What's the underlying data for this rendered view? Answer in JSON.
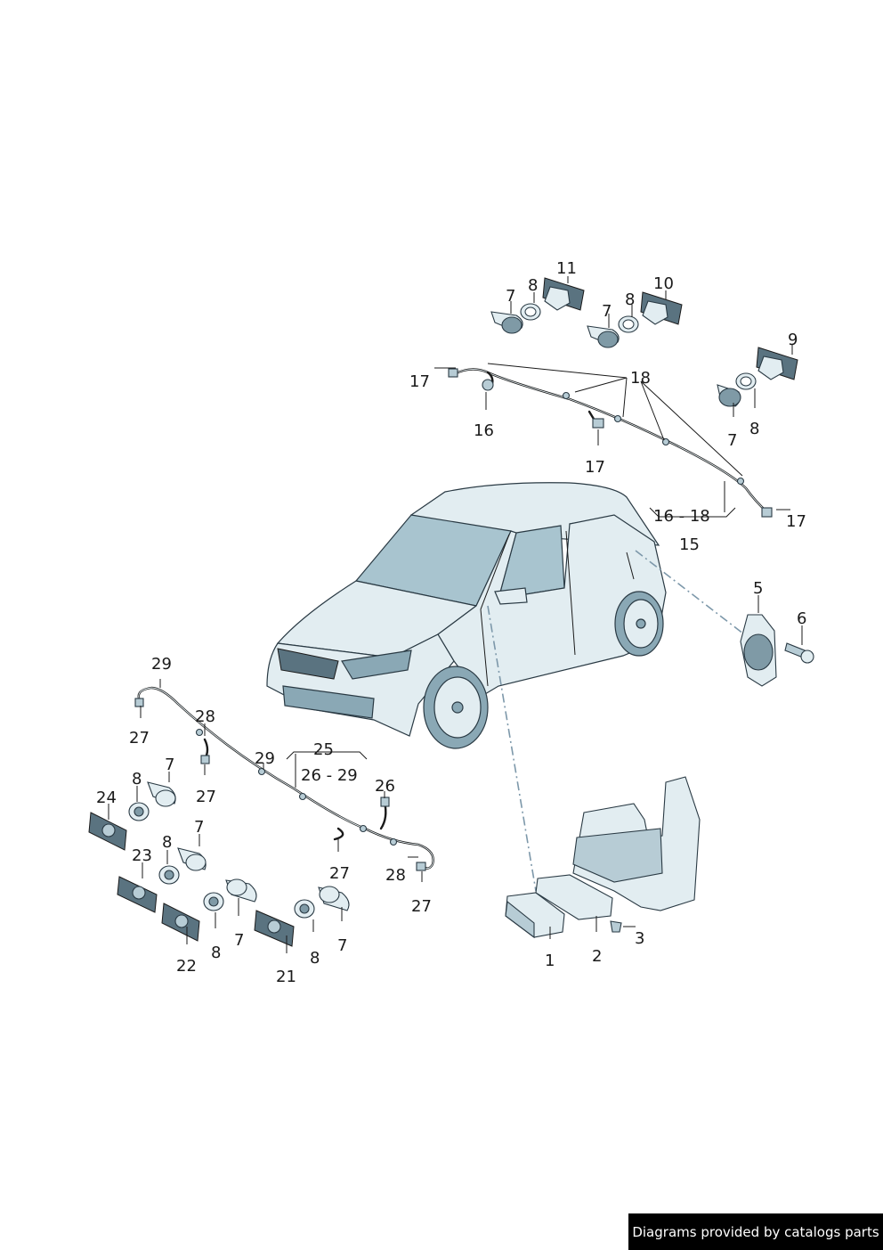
{
  "labels": {
    "l1": "1",
    "l2": "2",
    "l3": "3",
    "l5": "5",
    "l6": "6",
    "l7a": "7",
    "l8a": "8",
    "l11": "11",
    "l7b": "7",
    "l8b": "8",
    "l10": "10",
    "l9": "9",
    "l7c": "7",
    "l8c": "8",
    "l17a": "17",
    "l16": "16",
    "l18": "18",
    "l17b": "17",
    "l17c": "17",
    "l1618": "16 - 18",
    "l15": "15",
    "l29a": "29",
    "l27a": "27",
    "l28a": "28",
    "l27b": "27",
    "l29b": "29",
    "l25": "25",
    "l2629": "26 - 29",
    "l26": "26",
    "l27c": "27",
    "l28b": "28",
    "l27d": "27",
    "l8d": "8",
    "l7d": "7",
    "l24": "24",
    "l8e": "8",
    "l7e": "7",
    "l23": "23",
    "l22": "22",
    "l8f": "8",
    "l7f": "7",
    "l21": "21",
    "l8g": "8",
    "l7g": "7"
  },
  "footer": {
    "text": "Diagrams provided by catalogs parts"
  },
  "colors": {
    "part_fill": "#e2edf1",
    "glass": "#a8c4cf",
    "outline": "#2a3a44",
    "leader_dash": "#7d98aa"
  }
}
